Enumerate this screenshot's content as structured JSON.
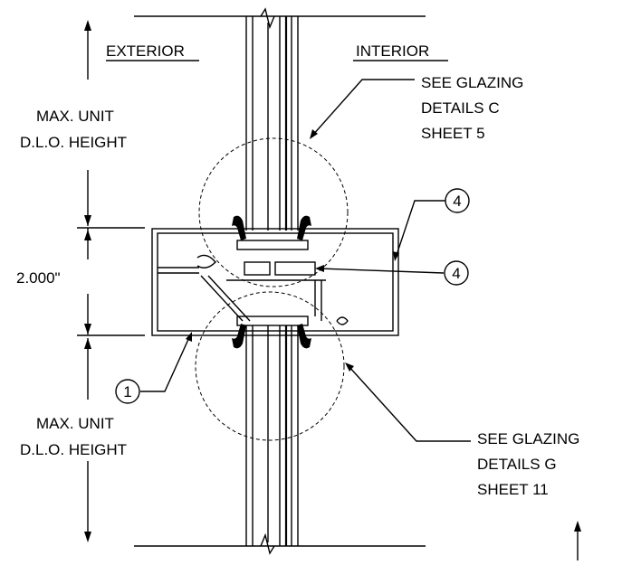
{
  "labels": {
    "exterior": "EXTERIOR",
    "interior": "INTERIOR",
    "max_unit_top_1": "MAX. UNIT",
    "max_unit_top_2": "D.L.O. HEIGHT",
    "max_unit_bot_1": "MAX. UNIT",
    "max_unit_bot_2": "D.L.O. HEIGHT",
    "dimension": "2.000\"",
    "glazing_c_1": "SEE GLAZING",
    "glazing_c_2": "DETAILS C",
    "glazing_c_3": "SHEET 5",
    "glazing_g_1": "SEE GLAZING",
    "glazing_g_2": "DETAILS G",
    "glazing_g_3": "SHEET 11"
  },
  "callouts": {
    "one": "1",
    "four_top": "4",
    "four_mid": "4"
  }
}
